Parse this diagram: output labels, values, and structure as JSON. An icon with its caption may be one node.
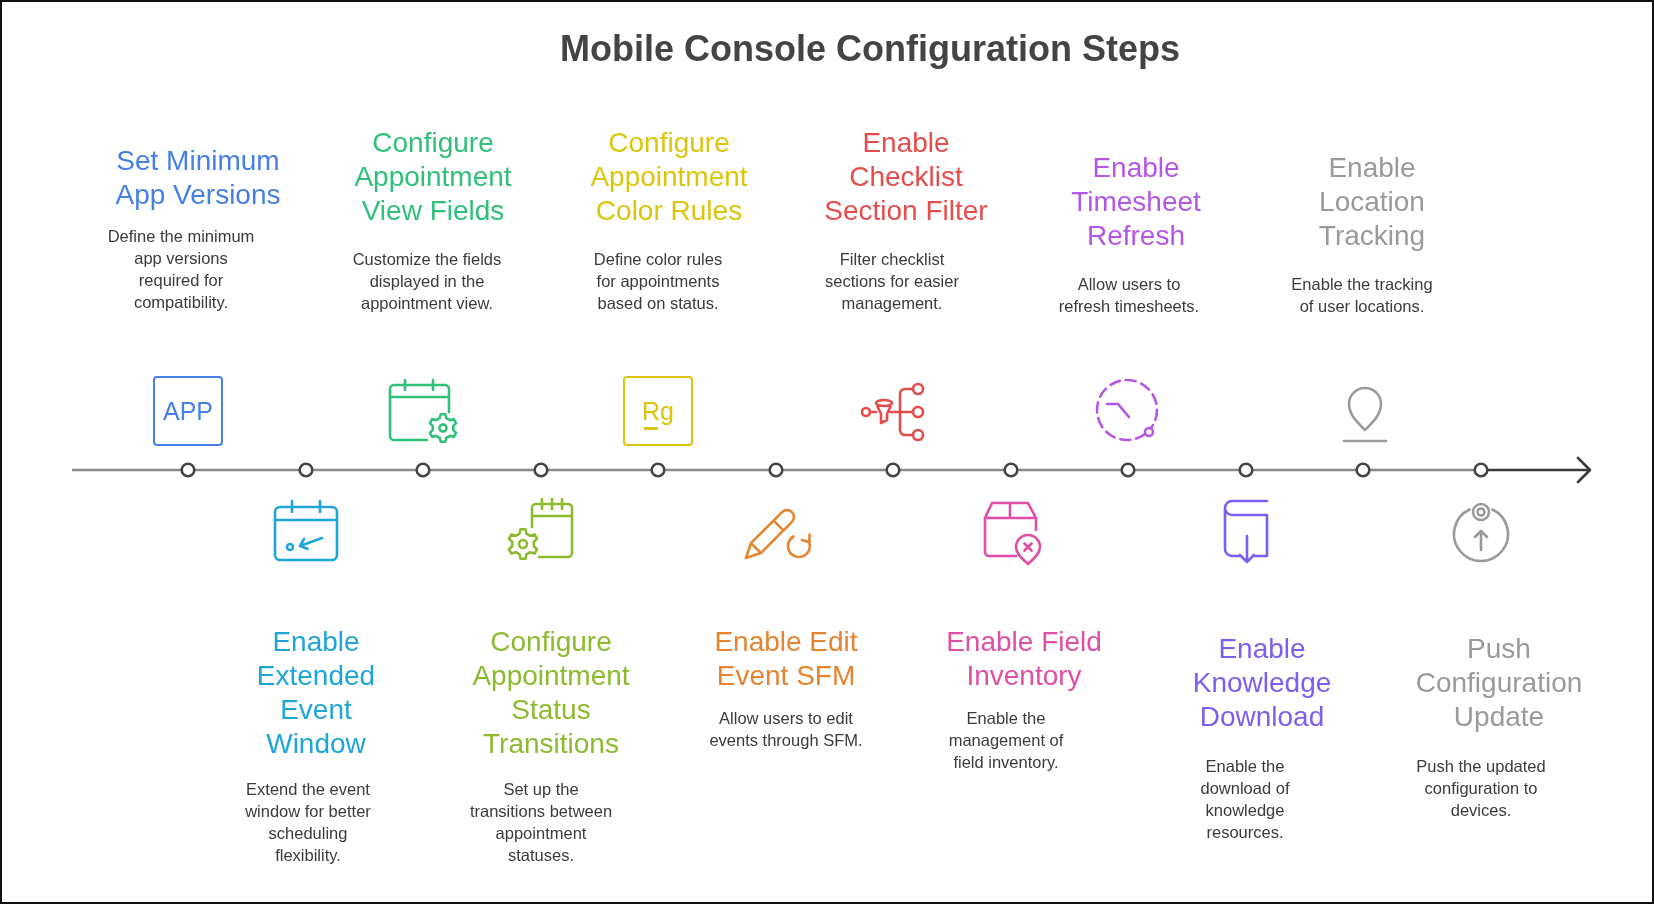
{
  "diagram": {
    "title": "Mobile Console Configuration Steps",
    "nodes": [
      {
        "text": [
          "Set Minimum App Versions",
          "Define the minimum app versions required for compatibility."
        ]
      },
      {
        "text": [
          "Enable Extended Event Window",
          "Extend the event window for better scheduling flexibility."
        ]
      },
      {
        "text": [
          "Configure Appointment View Fields",
          "Customize the fields displayed in the appointment view."
        ]
      },
      {
        "text": [
          "Configure Appointment Status Transitions",
          "Set up the transitions between appointment statuses."
        ]
      },
      {
        "text": [
          "Configure Appointment Color Rules",
          "Define color rules for appointments based on status."
        ]
      },
      {
        "text": [
          "Enable Edit Event SFM",
          "Allow users to edit events through SFM."
        ]
      },
      {
        "text": [
          "Enable Checklist Section Filter",
          "Filter checklist sections for easier management."
        ]
      },
      {
        "text": [
          "Enable Field Inventory",
          "Enable the management of field inventory."
        ]
      },
      {
        "text": [
          "Enable Timesheet Refresh",
          "Allow users to refresh timesheets."
        ]
      },
      {
        "text": [
          "Enable Knowledge Download",
          "Enable the download of knowledge resources."
        ]
      },
      {
        "text": [
          "Enable Location Tracking",
          "Enable the tracking of user locations."
        ]
      },
      {
        "text": [
          "Push Configuration Update",
          "Push the updated configuration to devices."
        ]
      }
    ],
    "labels": [
      "APP",
      "Rg"
    ]
  }
}
